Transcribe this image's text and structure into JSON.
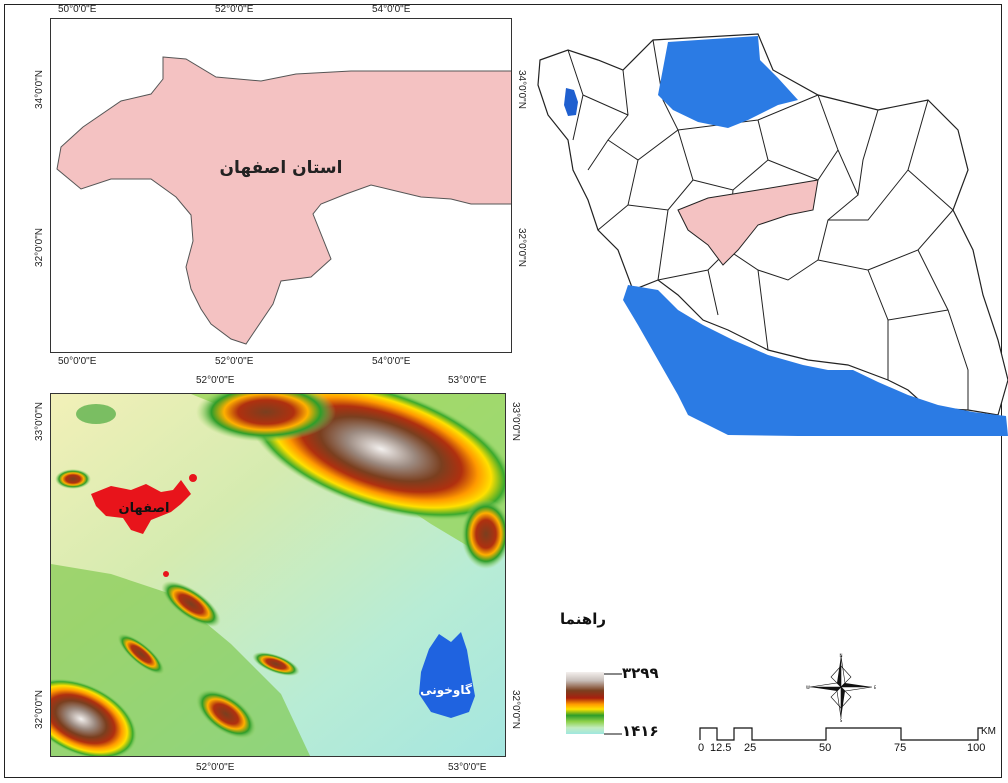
{
  "province_map": {
    "label": "استان اصفهان",
    "top_ticks": [
      "50°0'0\"E",
      "52°0'0\"E",
      "54°0'0\"E"
    ],
    "bottom_ticks": [
      "50°0'0\"E",
      "52°0'0\"E",
      "54°0'0\"E"
    ],
    "left_ticks": [
      "34°0'0\"N",
      "32°0'0\"N"
    ],
    "right_ticks": [
      "34°0'0\"N",
      "32°0'0\"N"
    ],
    "fill_color": "#f4c2c2"
  },
  "iran_map": {
    "highlight_color": "#f4c2c2",
    "water_color": "#2b7be4"
  },
  "dem_map": {
    "city_label": "اصفهان",
    "wetland_label": "گاوخونی",
    "top_ticks": [
      "52°0'0\"E",
      "53°0'0\"E"
    ],
    "bottom_ticks": [
      "52°0'0\"E",
      "53°0'0\"E"
    ],
    "left_ticks": [
      "33°0'0\"N",
      "32°0'0\"N"
    ],
    "right_ticks": [
      "33°0'0\"N",
      "32°0'0\"N"
    ],
    "city_color": "#e8141b",
    "wetland_color": "#1f63e0"
  },
  "legend": {
    "title": "راهنما",
    "max_value": "۳۲۹۹",
    "min_value": "۱۴۱۶"
  },
  "scalebar": {
    "labels": [
      "0",
      "12.5",
      "25",
      "50",
      "75",
      "100"
    ],
    "unit": "KM"
  },
  "north_arrow": {
    "letters": [
      "N",
      "E",
      "S",
      "W"
    ]
  }
}
